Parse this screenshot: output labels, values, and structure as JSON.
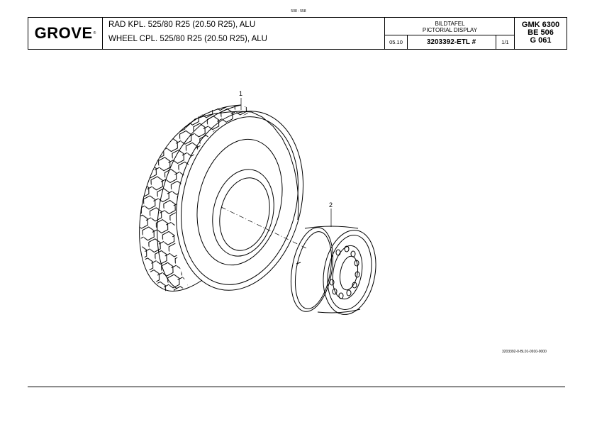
{
  "top_code": "508 - 558",
  "logo": {
    "text": "GROVE",
    "reg": "®"
  },
  "titles": {
    "german": "RAD KPL. 525/80 R25 (20.50 R25), ALU",
    "english": "WHEEL CPL. 525/80 R25 (20.50 R25), ALU"
  },
  "display": {
    "german": "BILDTAFEL",
    "english": "PICTORIAL DISPLAY",
    "date": "05.10",
    "part_number": "3203392-ETL #",
    "sheet": "1/1"
  },
  "model": {
    "line1": "GMK 6300",
    "line2": "BE 506",
    "line3": "G 061"
  },
  "callouts": {
    "tire": "1",
    "rim": "2"
  },
  "drawing_id": "3203392-0-BL01-0910-0000"
}
